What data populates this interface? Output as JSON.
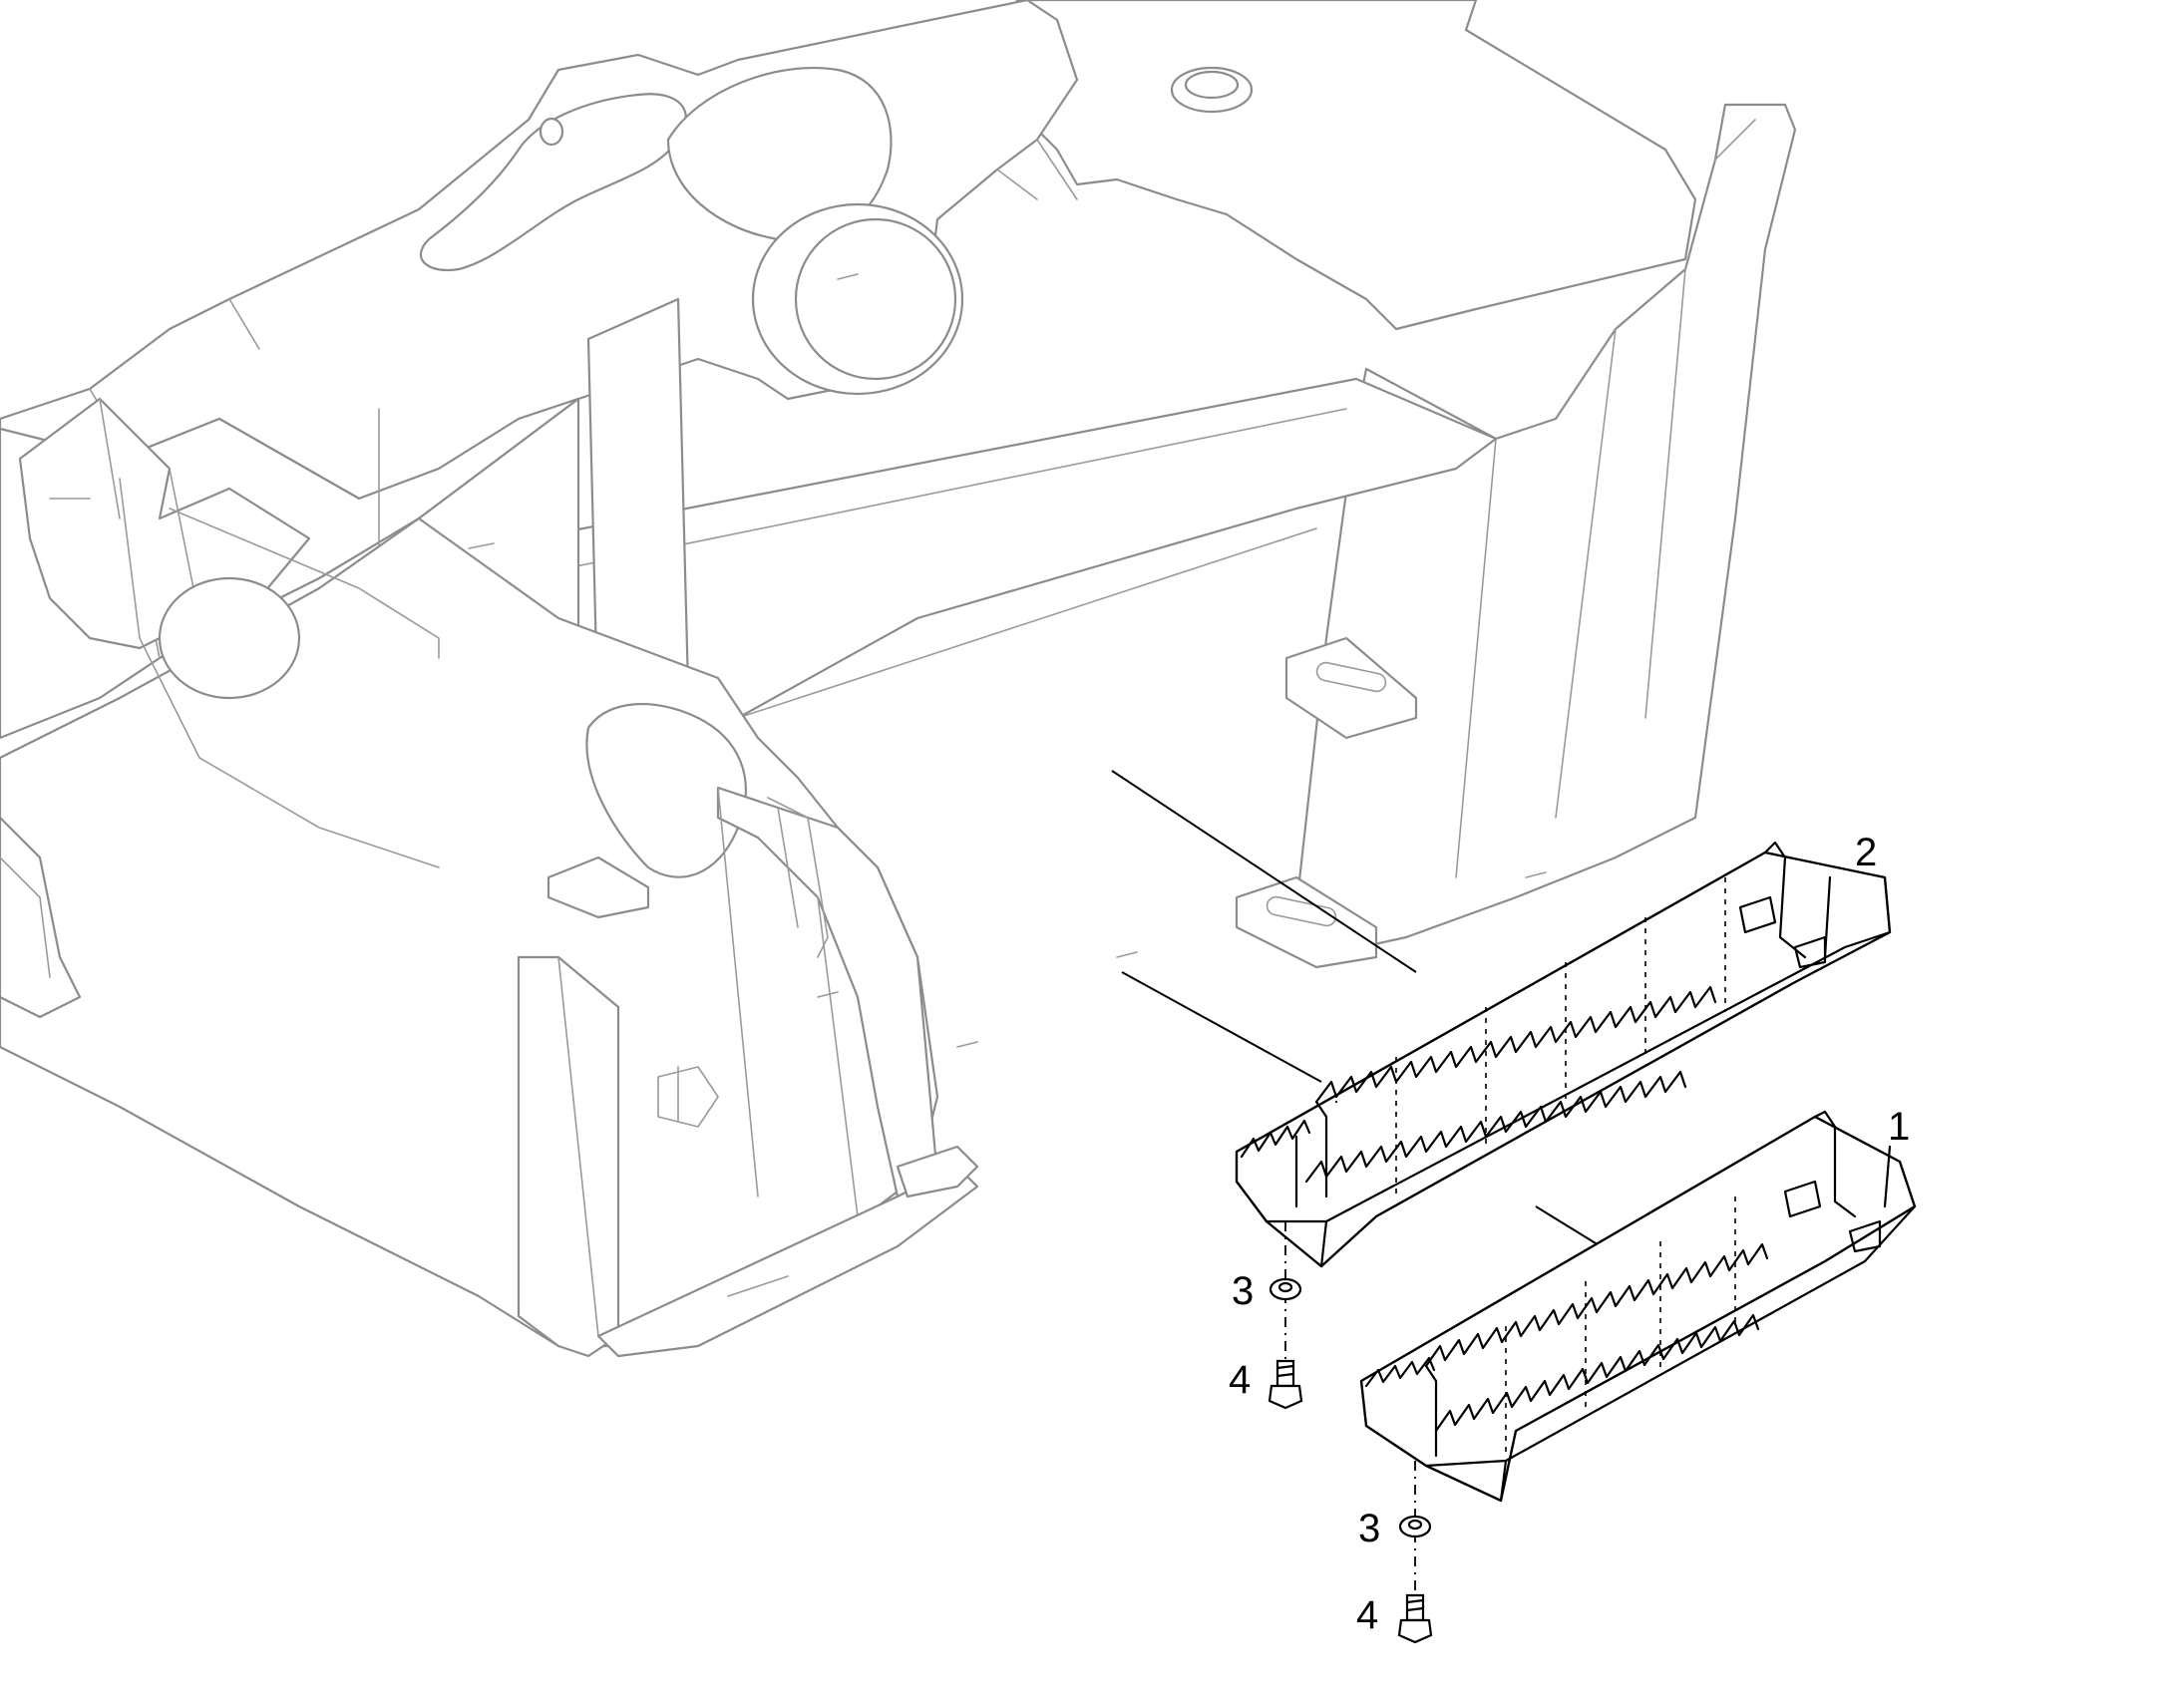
{
  "callouts": {
    "upper_step": "2",
    "lower_step": "1",
    "upper_washer": "3",
    "upper_bolt": "4",
    "lower_washer": "3",
    "lower_bolt": "4"
  },
  "colors": {
    "frame_outline": "#8c8c8c",
    "part_outline": "#000000",
    "background": "#ffffff"
  }
}
